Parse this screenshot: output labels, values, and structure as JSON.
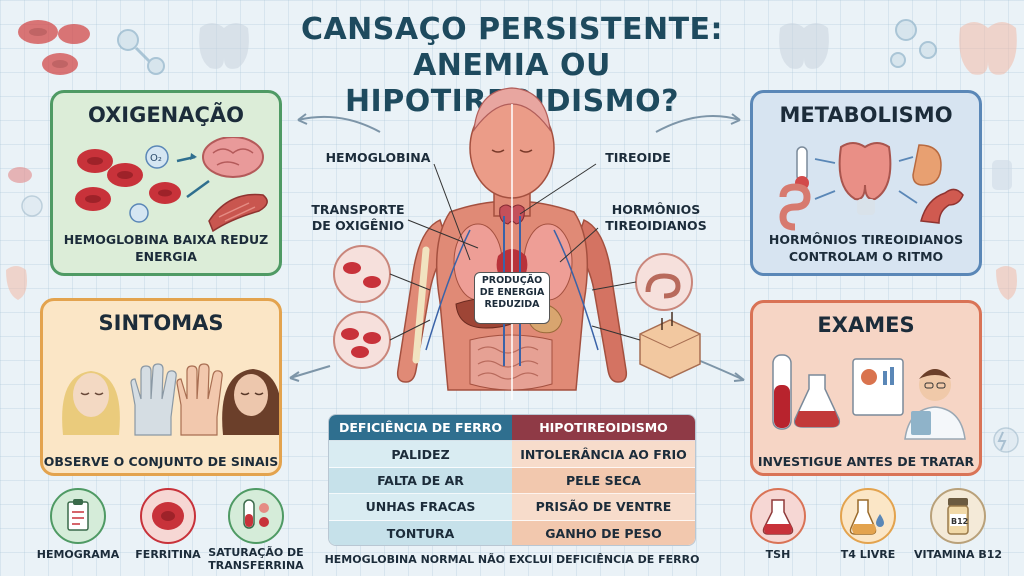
{
  "title": "CANSAÇO PERSISTENTE: ANEMIA OU HIPOTIREOIDISMO?",
  "panels": {
    "oxigenacao": {
      "title": "OXIGENAÇÃO",
      "caption": "HEMOGLOBINA BAIXA REDUZ ENERGIA",
      "o2_label": "O₂"
    },
    "metabolismo": {
      "title": "METABOLISMO",
      "caption": "HORMÔNIOS TIREOIDIANOS CONTROLAM O RITMO"
    },
    "sintomas": {
      "title": "SINTOMAS",
      "caption": "OBSERVE O CONJUNTO DE SINAIS"
    },
    "exames": {
      "title": "EXAMES",
      "caption": "INVESTIGUE ANTES DE TRATAR"
    }
  },
  "body_labels": {
    "hemoglobina": "HEMOGLOBINA",
    "transporte": "TRANSPORTE DE OXIGÊNIO",
    "tireoide": "TIREOIDE",
    "hormonios": "HORMÔNIOS TIREOIDIANOS",
    "center": "PRODUÇÃO DE ENERGIA REDUZIDA"
  },
  "comparison": {
    "left_header": "DEFICIÊNCIA DE FERRO",
    "right_header": "HIPOTIREOIDISMO",
    "left_items": [
      "PALIDEZ",
      "FALTA DE AR",
      "UNHAS FRACAS",
      "TONTURA"
    ],
    "right_items": [
      "INTOLERÂNCIA AO FRIO",
      "PELE SECA",
      "PRISÃO DE VENTRE",
      "GANHO DE PESO"
    ]
  },
  "footer": "HEMOGLOBINA NORMAL NÃO EXCLUI DEFICIÊNCIA DE FERRO",
  "tests_left": [
    {
      "label": "HEMOGRAMA",
      "icon": "clipboard-icon"
    },
    {
      "label": "FERRITINA",
      "icon": "red-cell-icon"
    },
    {
      "label": "SATURAÇÃO DE TRANSFERRINA",
      "icon": "test-tube-icon"
    }
  ],
  "tests_right": [
    {
      "label": "TSH",
      "icon": "flask-icon"
    },
    {
      "label": "T4 LIVRE",
      "icon": "flask-drop-icon"
    },
    {
      "label": "VITAMINA B12",
      "icon": "vial-b12-icon",
      "badge": "B12"
    }
  ],
  "colors": {
    "oxigenacao": "#4f9a64",
    "metabolismo": "#5a87b7",
    "sintomas": "#e3a34e",
    "exames": "#d97356",
    "iron": "#2f6f8f",
    "hypo": "#8f3a46"
  }
}
